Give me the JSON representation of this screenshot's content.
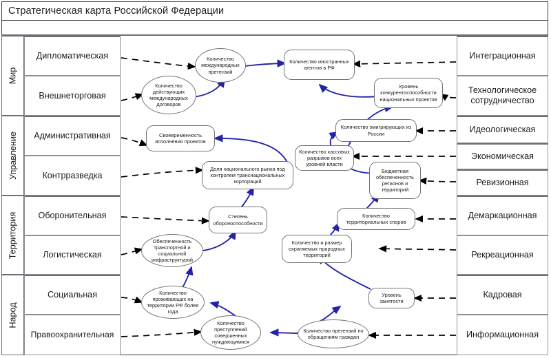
{
  "title": "Стратегическая карта Российской Федерации",
  "colors": {
    "frame": "#3a3a3a",
    "grid_major": "#6b6f73",
    "grid_minor": "#8c9094",
    "node_stroke": "#6f7376",
    "arrow_dashed": "#000000",
    "arrow_solid": "#2222aa",
    "background": "#ffffff"
  },
  "left_groups": [
    {
      "label": "Мир",
      "rows": [
        "Дипломатическая",
        "Внешнеторговая"
      ]
    },
    {
      "label": "Управление",
      "rows": [
        "Административная",
        "Контрразведка"
      ]
    },
    {
      "label": "Территория",
      "rows": [
        "Оборонительная",
        "Логистическая"
      ]
    },
    {
      "label": "Народ",
      "rows": [
        "Социальная",
        "Правоохранительная"
      ]
    }
  ],
  "left_rows": [
    "Дипломатическая",
    "Внешнеторговая",
    "Административная",
    "Контрразведка",
    "Оборонительная",
    "Логистическая",
    "Социальная",
    "Правоохранительная"
  ],
  "right_rows": [
    "Интеграционная",
    "Технологическое сотрудничество",
    "Идеологическая",
    "Экономическая",
    "Ревизионная",
    "Демаркационная",
    "Рекреационная",
    "Кадровая",
    "Информационная"
  ],
  "nodes": [
    {
      "id": "n1",
      "label": "Количество международных претензий"
    },
    {
      "id": "n2",
      "label": "Количество иностранных агентов в РФ"
    },
    {
      "id": "n3",
      "label": "Количество действующих международных договоров"
    },
    {
      "id": "n4",
      "label": "Уровень конкурентоспособности национальных проектов"
    },
    {
      "id": "n5",
      "label": "Своевременность исполнения проектов"
    },
    {
      "id": "n6",
      "label": "Количество эмигрирующих из России"
    },
    {
      "id": "n7",
      "label": "Количество кассовых разрывов всех уровней власти"
    },
    {
      "id": "n8",
      "label": "Доля национального рынка под контролем транснациональных корпораций"
    },
    {
      "id": "n9",
      "label": "Бюджетная обеспеченность регионов и территорий"
    },
    {
      "id": "n10",
      "label": "Степень обороноспособности"
    },
    {
      "id": "n11",
      "label": "Количество территориальных споров"
    },
    {
      "id": "n12",
      "label": "Обеспеченность транспортной и социальной инфраструктурой"
    },
    {
      "id": "n13",
      "label": "Количество и размер охраняемых природных территорий"
    },
    {
      "id": "n14",
      "label": "Количество проживающих на территории РФ более года"
    },
    {
      "id": "n15",
      "label": "Уровень занятости"
    },
    {
      "id": "n16",
      "label": "Количество преступлений совершенных нуждающимися"
    },
    {
      "id": "n17",
      "label": "Количество претензий по обращениям граждан"
    }
  ]
}
